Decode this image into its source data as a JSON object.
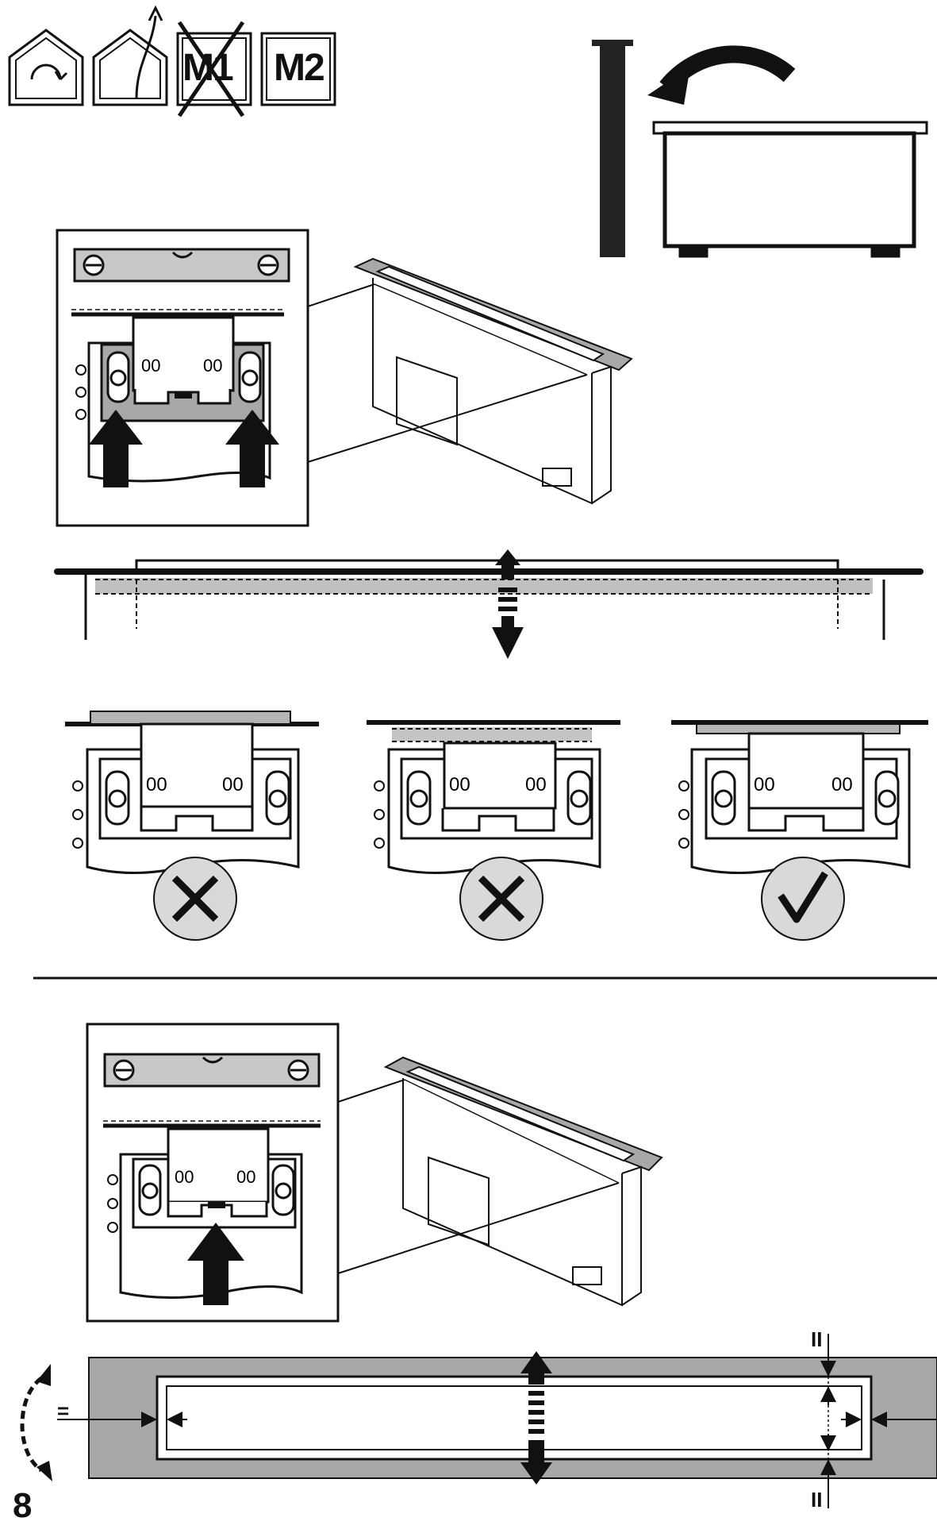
{
  "page_number": "8",
  "mode_icons": [
    {
      "name": "recirculation-icon",
      "semantic": "house-recirculation-icon"
    },
    {
      "name": "extraction-icon",
      "semantic": "house-extraction-icon"
    },
    {
      "label": "M1",
      "crossed_out": true
    },
    {
      "label": "M2",
      "crossed_out": false
    }
  ],
  "alignment_results": [
    {
      "result": "incorrect",
      "icon": "cross-icon"
    },
    {
      "result": "incorrect",
      "icon": "cross-icon"
    },
    {
      "result": "correct",
      "icon": "check-icon"
    }
  ],
  "marks": {
    "equal_left": "=",
    "equal_top": "II",
    "equal_bottom": "II"
  },
  "colors": {
    "line": "#111111",
    "gray_fill": "#a8a8a8",
    "light_gray": "#d9d9d9",
    "background": "#ffffff"
  }
}
